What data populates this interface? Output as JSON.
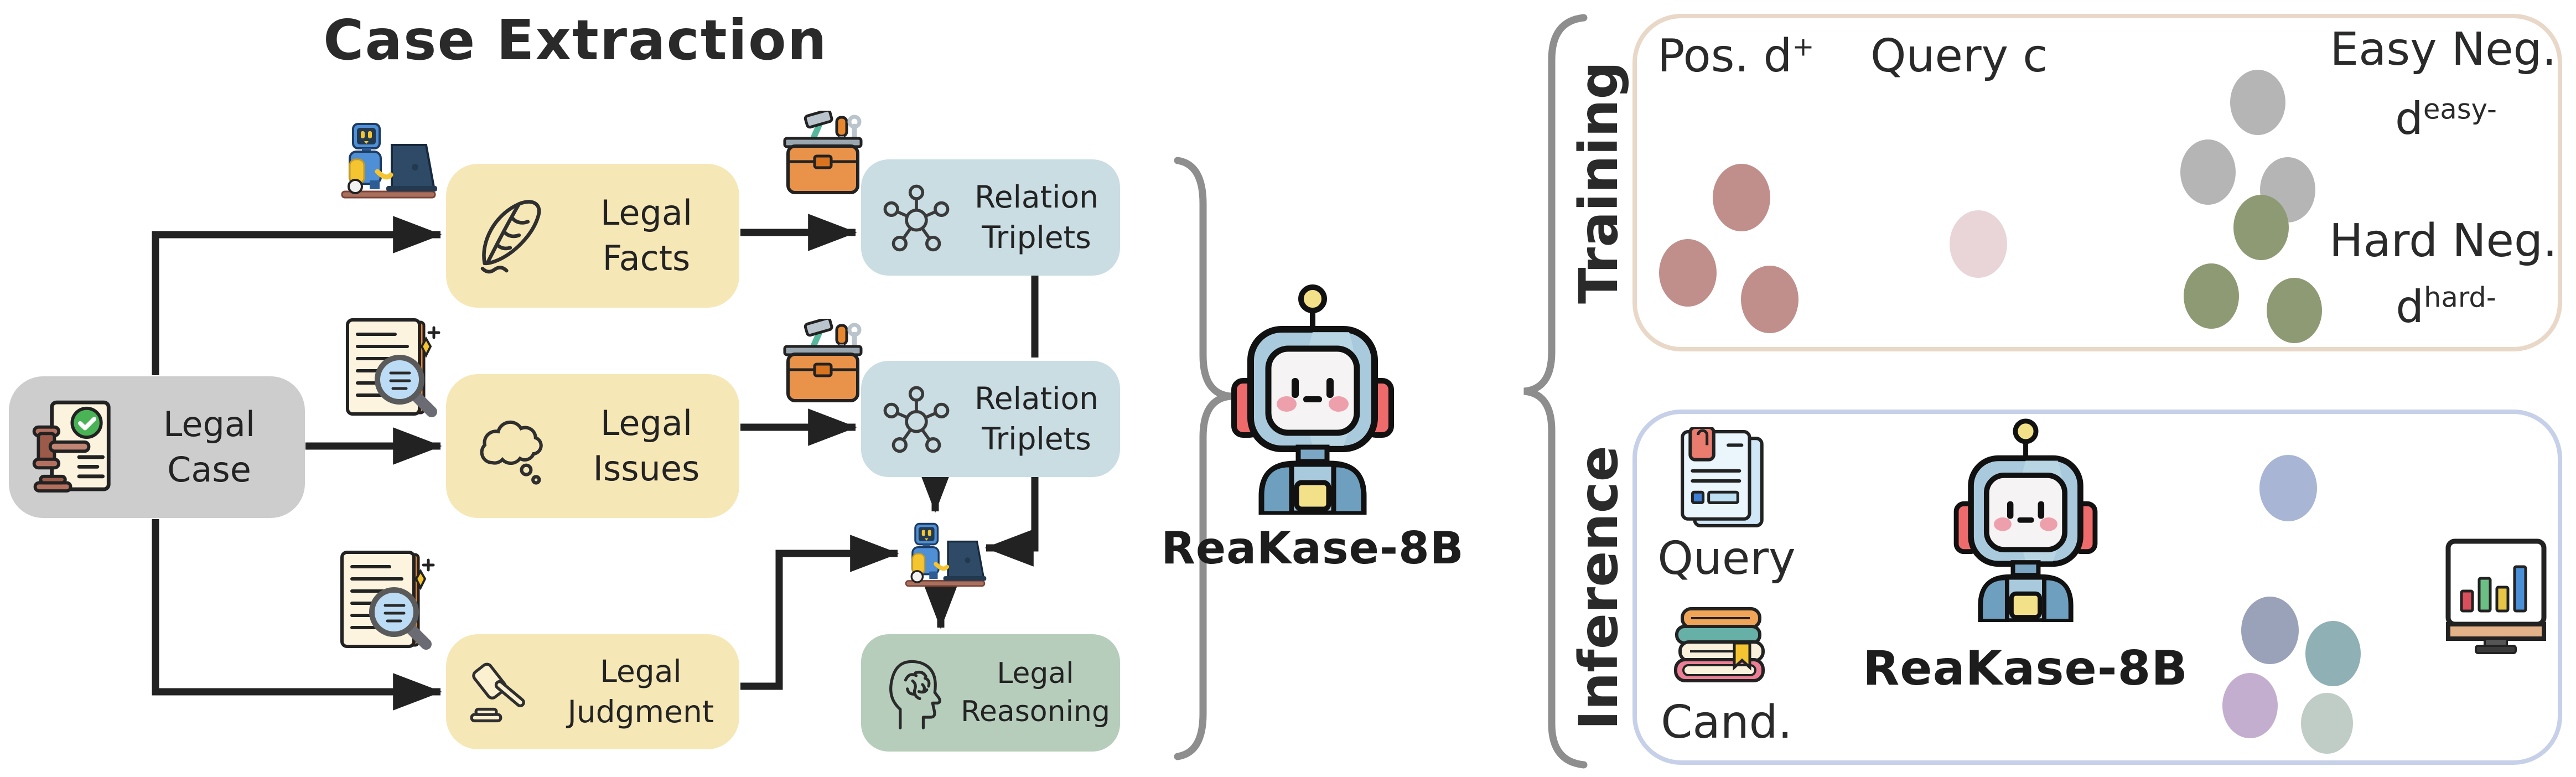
{
  "title": "Case Extraction",
  "extraction": {
    "case": {
      "line1": "Legal",
      "line2": "Case"
    },
    "facts": {
      "line1": "Legal",
      "line2": "Facts"
    },
    "issues": {
      "line1": "Legal",
      "line2": "Issues"
    },
    "judgment": {
      "line1": "Legal",
      "line2": "Judgment"
    },
    "rt1": {
      "line1": "Relation",
      "line2": "Triplets"
    },
    "rt2": {
      "line1": "Relation",
      "line2": "Triplets"
    },
    "reasoning": {
      "line1": "Legal",
      "line2": "Reasoning"
    }
  },
  "model": {
    "label": "ReaKase-8B"
  },
  "training": {
    "section_label": "Training",
    "pos_base": "Pos. d",
    "pos_sup": "+",
    "query_label": "Query c",
    "easy_label": "Easy Neg.",
    "easy_base": "d",
    "easy_sup": "easy-",
    "hard_label": "Hard Neg.",
    "hard_base": "d",
    "hard_sup": "hard-"
  },
  "inference": {
    "section_label": "Inference",
    "query_label": "Query",
    "cand_label": "Cand.",
    "model_label": "ReaKase-8B"
  },
  "icons": [
    "legal-case-gavel-icon",
    "robot-laptop-icon",
    "document-magnifier-icon",
    "toolbox-icon",
    "feather-quill-icon",
    "thought-cloud-icon",
    "gavel-icon",
    "network-graph-icon",
    "brain-head-icon",
    "cute-robot-icon",
    "query-document-icon",
    "books-stack-icon",
    "bar-chart-monitor-icon",
    "brace-icon",
    "arrow-icon"
  ],
  "colors": {
    "yellow_box": "#f6e7b6",
    "blue_box": "#c9dde3",
    "green_box": "#b6cdbb",
    "gray_box": "#cdcdcd",
    "training_border": "#e9d8c8",
    "inference_border": "#c6d0e8",
    "arrow": "#222222",
    "brace": "#8e8e8e",
    "pos_dot": "#c08f8c",
    "query_dot": "#e9d5d7",
    "easy_neg_dot": "#b5b5b5",
    "hard_neg_dot": "#8e9a74",
    "inference_dot_top": "#a9b5d4",
    "inference_dot_grayblue": "#99a2b9",
    "inference_dot_teal": "#8fb0b5",
    "inference_dot_lavender": "#c3aed0",
    "inference_dot_sage": "#bfcdc6"
  }
}
